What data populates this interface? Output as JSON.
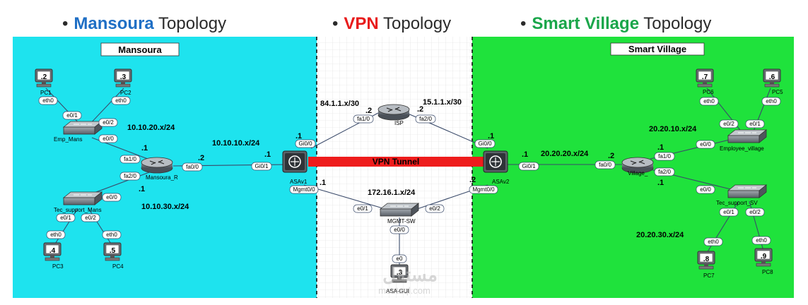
{
  "headings": [
    {
      "name": "Mansoura",
      "rest": "Topology",
      "color": "#1f6fc5"
    },
    {
      "name": "VPN",
      "rest": "Topology",
      "color": "#e81c1c"
    },
    {
      "name": "Smart Village",
      "rest": "Topology",
      "color": "#1aa64a"
    }
  ],
  "zones": {
    "mansoura": {
      "title": "Mansoura",
      "color": "#1ee3ee"
    },
    "vpn": {
      "color": "#f1f1f1"
    },
    "village": {
      "title": "Smart Village",
      "color": "#1fe23c"
    }
  },
  "devices": {
    "pc1": {
      "label": "PC1",
      "addr": ".2"
    },
    "pc2": {
      "label": "PC2",
      "addr": ".3"
    },
    "pc3": {
      "label": "PC3",
      "addr": ".4"
    },
    "pc4": {
      "label": "PC4",
      "addr": ".5"
    },
    "pc5": {
      "label": "PC5",
      "addr": ".6"
    },
    "pc6": {
      "label": "PC6",
      "addr": ".7"
    },
    "pc7": {
      "label": "PC7",
      "addr": ".8"
    },
    "pc8": {
      "label": "PC8",
      "addr": ".9"
    },
    "asagui": {
      "label": "ASA-GUI",
      "addr": ".3"
    },
    "emp_mans": {
      "label": "Emp_Mans"
    },
    "tec_mans": {
      "label": "Tec_support_Mans"
    },
    "mansoura_r": {
      "label": "Mansoura_R"
    },
    "asav1": {
      "label": "ASAv1"
    },
    "asav2": {
      "label": "ASAv2"
    },
    "isp": {
      "label": "ISP"
    },
    "mgmt_sw": {
      "label": "MGMT-SW"
    },
    "village_r": {
      "label": "Village_"
    },
    "emp_village": {
      "label": "Employee_village"
    },
    "tec_sv": {
      "label": "Tec_support_SV"
    }
  },
  "ports": {
    "pc1_eth0": "eth0",
    "pc2_eth0": "eth0",
    "emp_e01": "e0/1",
    "emp_e02": "e0/2",
    "emp_e00": "e0/0",
    "mr_fa10": "fa1/0",
    "mr_fa00": "fa0/0",
    "mr_fa20": "fa2/0",
    "tec_e00": "e0/0",
    "tec_e01": "e0/1",
    "tec_e02": "e0/2",
    "pc3_eth0": "eth0",
    "pc4_eth0": "eth0",
    "asa1_gi00": "Gi0/0",
    "asa1_gi01": "Gi0/1",
    "asa1_mgmt": "Mgmt0/0",
    "isp_fa10": "fa1/0",
    "isp_fa20": "fa2/0",
    "mgmt_e01": "e0/1",
    "mgmt_e02": "e0/2",
    "mgmt_e00": "e0/0",
    "gui_e0": "e0",
    "asa2_gi00": "Gi0/0",
    "asa2_gi01": "Gi0/1",
    "asa2_mgmt": "Mgmt0/0",
    "vr_fa00": "fa0/0",
    "vr_fa10": "fa1/0",
    "vr_fa20": "fa2/0",
    "ev_e00": "e0/0",
    "ev_e01": "e0/1",
    "ev_e02": "e0/2",
    "pc6_eth0": "eth0",
    "pc5_eth0": "eth0",
    "ts_e00": "e0/0",
    "ts_e01": "e0/1",
    "ts_e02": "e0/2",
    "pc7_eth0": "eth0",
    "pc8_eth0": "eth0"
  },
  "subnets": {
    "m_lan1": "10.10.20.x/24",
    "m_link": "10.10.10.x/24",
    "m_lan2": "10.10.30.x/24",
    "isp_left": "84.1.1.x/30",
    "isp_right": "15.1.1.x/30",
    "mgmt": "172.16.1.x/24",
    "v_link": "20.20.20.x/24",
    "v_lan1": "20.20.10.x/24",
    "v_lan2": "20.20.30.x/24"
  },
  "addresses": {
    "mr_fa10": ".1",
    "mr_fa00": ".2",
    "mr_fa20": ".1",
    "asa1_gi01": ".1",
    "asa1_gi00": ".1",
    "asa1_mgmt": ".1",
    "isp_fa10": ".2",
    "isp_fa20": ".2",
    "asa2_gi00": ".1",
    "asa2_mgmt": ".2",
    "asa2_gi01": ".1",
    "vr_fa00": ".2",
    "vr_fa10": ".1",
    "vr_fa20": ".1"
  },
  "vpn_tunnel": {
    "label": "VPN Tunnel",
    "color": "#ee1c1c"
  },
  "watermark": {
    "text": "مستقل",
    "sub": "mostaql.com"
  }
}
